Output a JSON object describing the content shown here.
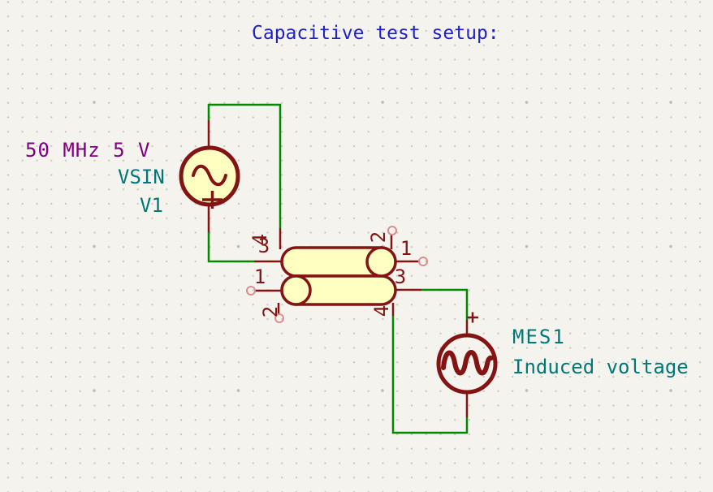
{
  "title": "Capacitive test setup:",
  "colors": {
    "background": "#F5F3ED",
    "grid_dot": "#CBC9C3",
    "wire_green": "#008A00",
    "symbol_outline": "#841414",
    "symbol_fill": "#FFFFC2",
    "title_blue": "#2121CB",
    "field_teal": "#007878",
    "value_purple": "#800080",
    "dangling_pin_marker": "#D98F8F"
  },
  "v1": {
    "value": "50 MHz 5 V",
    "type": "VSIN",
    "ref": "V1",
    "polarity": "+"
  },
  "coupled_line": {
    "top": {
      "pin_left": "3",
      "pin_top_left": "4",
      "pin_right": "1",
      "pin_top_right": "2"
    },
    "bottom": {
      "pin_left": "1",
      "pin_bottom_left": "2",
      "pin_right": "3",
      "pin_bottom_right": "4"
    }
  },
  "mes1": {
    "ref": "MES1",
    "value": "Induced voltage",
    "polarity": "+"
  }
}
